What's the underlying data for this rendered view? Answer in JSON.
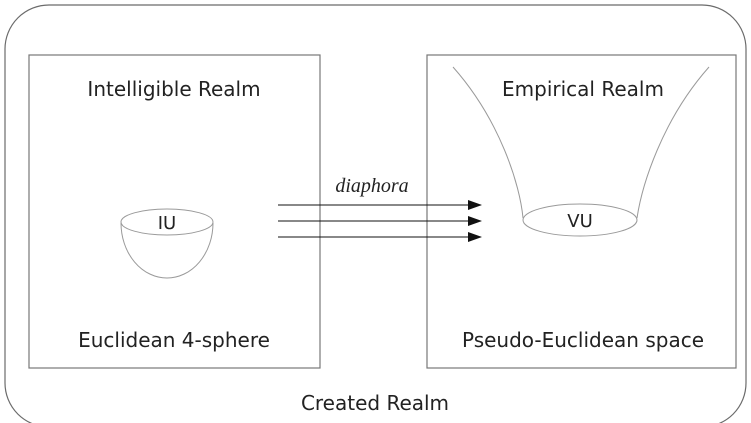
{
  "diagram": {
    "outer_label": "Created Realm",
    "left_box": {
      "title": "Intelligible Realm",
      "subtitle": "Euclidean 4-sphere",
      "shape_label": "IU"
    },
    "right_box": {
      "title": "Empirical Realm",
      "subtitle": "Pseudo-Euclidean space",
      "shape_label": "VU"
    },
    "arrows": {
      "label": "diaphora",
      "count": 3
    }
  },
  "colors": {
    "frame": "#6b6b6b",
    "box": "#777777",
    "shape": "#9a9a9a",
    "arrow": "#111111",
    "text": "#222222"
  }
}
